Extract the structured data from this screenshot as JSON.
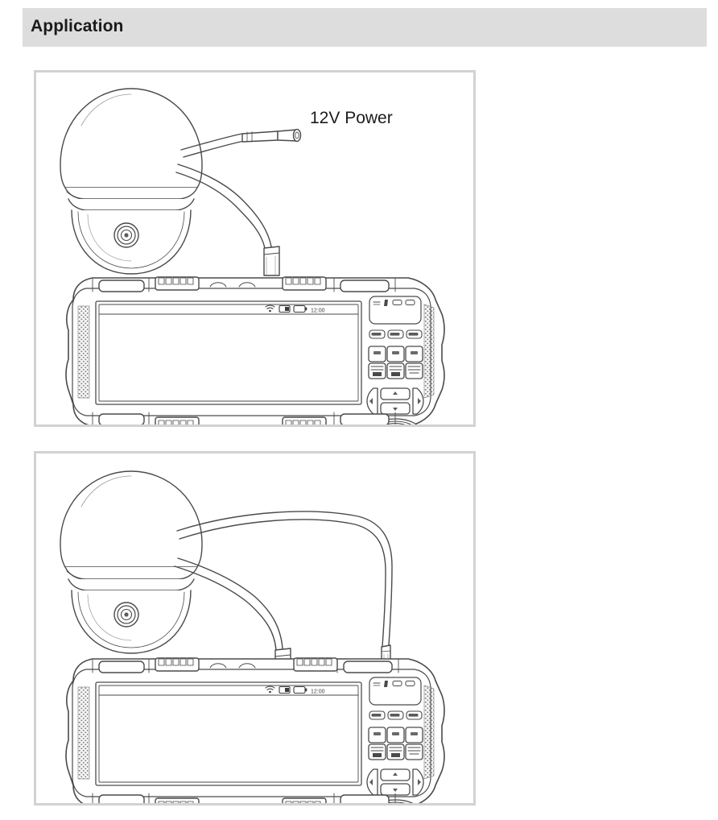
{
  "header": {
    "title": "Application"
  },
  "figures": [
    {
      "id": "figure-1",
      "name": "camera-with-12v-power-connection",
      "annotation": "12V Power",
      "device": {
        "name": "handheld-cctv-tester",
        "status_bar": {
          "wifi_icon": "wifi-icon",
          "signal_icon": "signal-battery-icon",
          "battery_icon": "battery-icon",
          "time": "12:00"
        },
        "keypad": {
          "indicator_icons": [
            "menu-indicator-icon",
            "power-indicator-icon",
            "led-indicator-1",
            "led-indicator-2"
          ],
          "soft_buttons": [
            "soft-key-left",
            "soft-key-center",
            "soft-key-right"
          ],
          "function_keys": [
            "fn-key-1",
            "fn-key-2",
            "fn-key-3",
            "fn-key-4",
            "fn-key-5",
            "fn-key-6"
          ],
          "dpad": [
            "dpad-left",
            "dpad-up",
            "dpad-down",
            "dpad-right"
          ],
          "enter_button": "enter-ok-button",
          "speaker_grille": "speaker-grille"
        }
      },
      "camera": {
        "name": "dome-camera",
        "lens": "camera-lens",
        "cables": [
          "power-cable",
          "video-cable"
        ]
      }
    },
    {
      "id": "figure-2",
      "name": "camera-with-dual-cable-connection",
      "annotation": "",
      "device": {
        "name": "handheld-cctv-tester",
        "status_bar": {
          "wifi_icon": "wifi-icon",
          "signal_icon": "signal-battery-icon",
          "battery_icon": "battery-icon",
          "time": "12:00"
        },
        "keypad": {
          "indicator_icons": [
            "menu-indicator-icon",
            "power-indicator-icon",
            "led-indicator-1",
            "led-indicator-2"
          ],
          "soft_buttons": [
            "soft-key-left",
            "soft-key-center",
            "soft-key-right"
          ],
          "function_keys": [
            "fn-key-1",
            "fn-key-2",
            "fn-key-3",
            "fn-key-4",
            "fn-key-5",
            "fn-key-6"
          ],
          "dpad": [
            "dpad-left",
            "dpad-up",
            "dpad-down",
            "dpad-right"
          ],
          "enter_button": "enter-ok-button",
          "speaker_grille": "speaker-grille"
        }
      },
      "camera": {
        "name": "dome-camera",
        "lens": "camera-lens",
        "cables": [
          "video-cable",
          "network-cable"
        ]
      }
    }
  ],
  "colors": {
    "banner_background": "#dddddd",
    "panel_border": "#d2d2d2",
    "line_art": "#4a4a4a",
    "text": "#1a1a1a",
    "page_background": "#ffffff"
  }
}
